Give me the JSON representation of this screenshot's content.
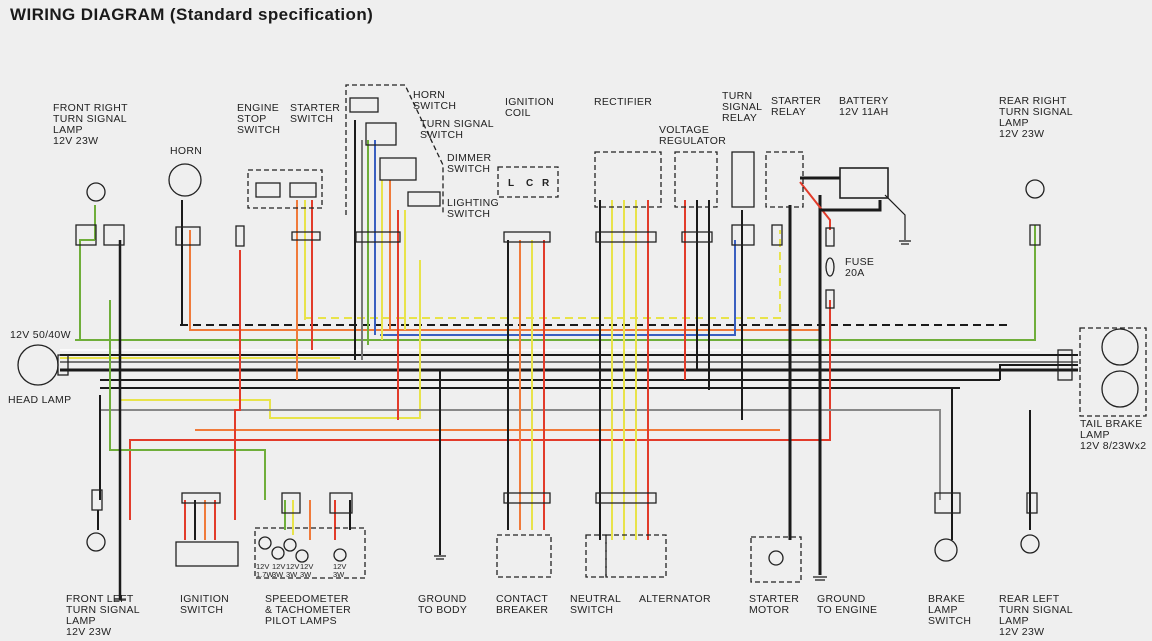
{
  "title": "WIRING DIAGRAM (Standard specification)",
  "labels": {
    "front_right_turn": "FRONT RIGHT\nTURN SIGNAL\nLAMP\n12V 23W",
    "horn": "HORN",
    "engine_stop_switch": "ENGINE\nSTOP\nSWITCH",
    "starter_switch": "STARTER\nSWITCH",
    "horn_switch": "HORN\nSWITCH",
    "turn_signal_switch": "TURN SIGNAL\nSWITCH",
    "dimmer_switch": "DIMMER\nSWITCH",
    "lighting_switch": "LIGHTING\nSWITCH",
    "ignition_coil": "IGNITION\nCOIL",
    "rectifier": "RECTIFIER",
    "voltage_regulator": "VOLTAGE\nREGULATOR",
    "turn_signal_relay": "TURN\nSIGNAL\nRELAY",
    "starter_relay": "STARTER\nRELAY",
    "battery": "BATTERY\n12V 11AH",
    "rear_right_turn": "REAR RIGHT\nTURN SIGNAL\nLAMP\n12V 23W",
    "head_lamp_rating": "12V 50/40W",
    "head_lamp": "HEAD LAMP",
    "fuse": "FUSE\n20A",
    "tail_brake_lamp": "TAIL BRAKE\nLAMP\n12V 8/23Wx2",
    "front_left_turn": "FRONT LEFT\nTURN SIGNAL\nLAMP\n12V 23W",
    "ignition_switch": "IGNITION\nSWITCH",
    "pilot_lamps": "SPEEDOMETER\n& TACHOMETER\nPILOT LAMPS",
    "ground_to_body": "GROUND\nTO BODY",
    "contact_breaker": "CONTACT\nBREAKER",
    "neutral_switch": "NEUTRAL\nSWITCH",
    "alternator": "ALTERNATOR",
    "starter_motor": "STARTER\nMOTOR",
    "ground_to_engine": "GROUND\nTO ENGINE",
    "brake_lamp_switch": "BRAKE\nLAMP\nSWITCH",
    "rear_left_turn": "REAR LEFT\nTURN SIGNAL\nLAMP\n12V 23W"
  },
  "pilot_lamp_ratings": [
    "12V\n1.7W",
    "12V\n3W",
    "12V\n3W",
    "12V\n3W",
    "12V\n3W"
  ],
  "coil_terminals": [
    "L",
    "C",
    "R"
  ],
  "wire_colors": {
    "black": "#1a1a1a",
    "red": "#e23b2a",
    "orange": "#f07a3a",
    "yellow": "#e8e34a",
    "green": "#6fae3a",
    "blue": "#3a5fc0",
    "grey": "#888888",
    "white": "#ffffff"
  }
}
